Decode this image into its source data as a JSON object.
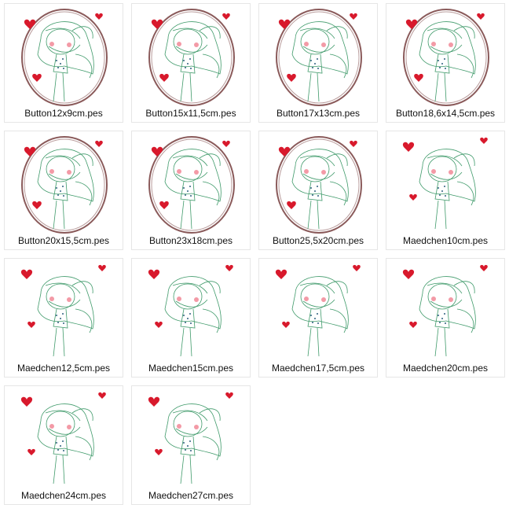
{
  "files": [
    {
      "name": "Button12x9cm.pes",
      "frame": true
    },
    {
      "name": "Button15x11,5cm.pes",
      "frame": true
    },
    {
      "name": "Button17x13cm.pes",
      "frame": true
    },
    {
      "name": "Button18,6x14,5cm.pes",
      "frame": true
    },
    {
      "name": "Button20x15,5cm.pes",
      "frame": true
    },
    {
      "name": "Button23x18cm.pes",
      "frame": true
    },
    {
      "name": "Button25,5x20cm.pes",
      "frame": true
    },
    {
      "name": "Maedchen10cm.pes",
      "frame": false
    },
    {
      "name": "Maedchen12,5cm.pes",
      "frame": false
    },
    {
      "name": "Maedchen15cm.pes",
      "frame": false
    },
    {
      "name": "Maedchen17,5cm.pes",
      "frame": false
    },
    {
      "name": "Maedchen20cm.pes",
      "frame": false
    },
    {
      "name": "Maedchen24cm.pes",
      "frame": false
    },
    {
      "name": "Maedchen27cm.pes",
      "frame": false
    }
  ],
  "colors": {
    "hair": "#3f9a6a",
    "heart": "#d8192c",
    "frame": "#8a5a5a",
    "cheek": "#f39aa6",
    "dots": "#2f5f7f"
  }
}
